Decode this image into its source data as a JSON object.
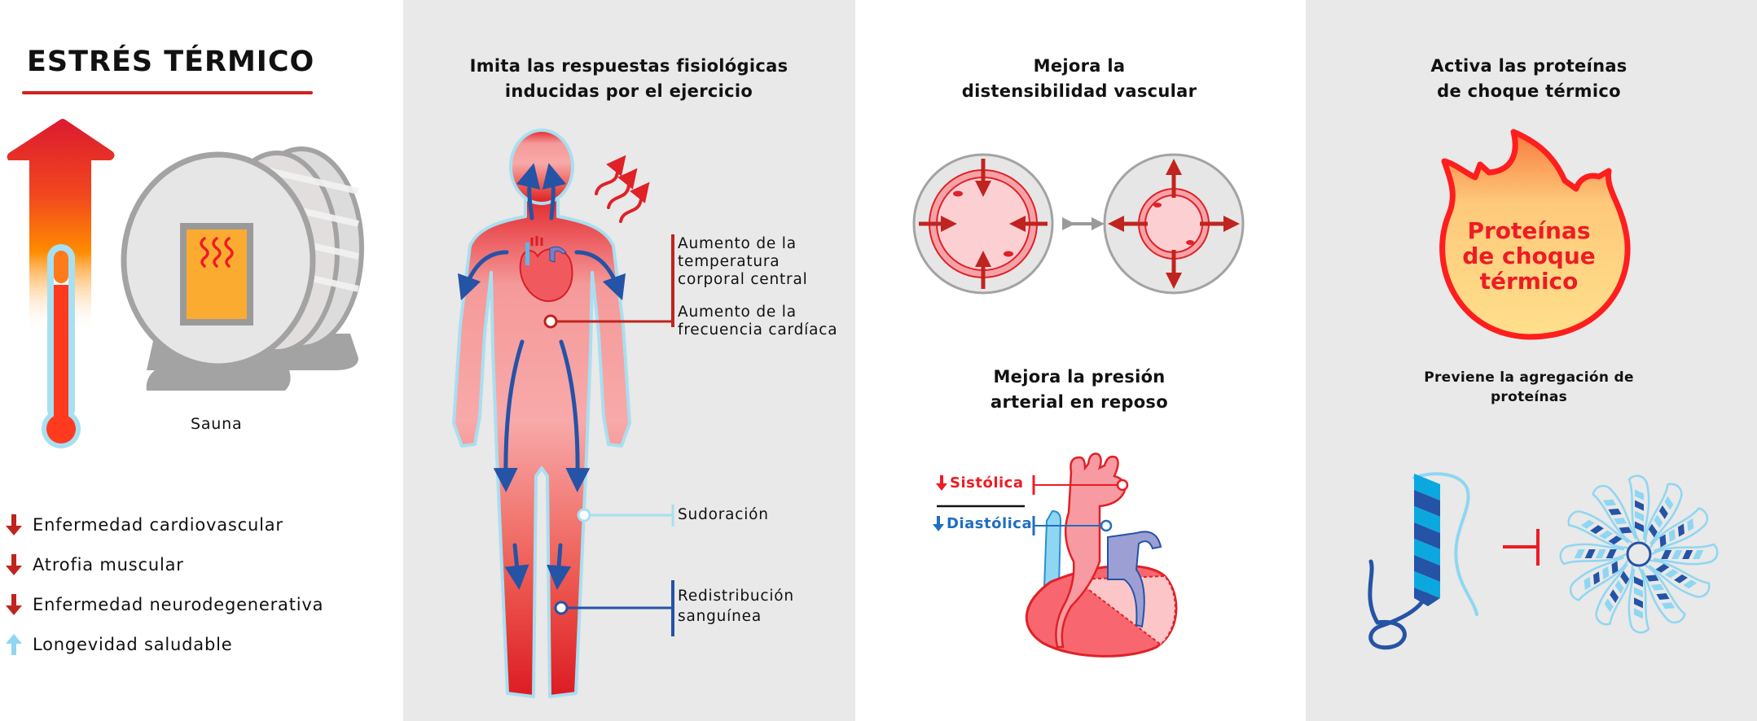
{
  "colors": {
    "red": "#e02128",
    "dark_red": "#c0241f",
    "light_blue": "#8fd6f2",
    "blue": "#2553a6",
    "panel_gray": "#e8e9e8"
  },
  "panel1": {
    "title": "ESTRÉS TÉRMICO",
    "sauna_label": "Sauna",
    "effects": [
      {
        "direction": "down",
        "label": "Enfermedad cardiovascular"
      },
      {
        "direction": "down",
        "label": "Atrofia muscular"
      },
      {
        "direction": "down",
        "label": "Enfermedad neurodegenerativa"
      },
      {
        "direction": "up",
        "label": "Longevidad saludable"
      }
    ]
  },
  "panel2": {
    "title_line1": "Imita las respuestas fisiológicas",
    "title_line2": "inducidas por el ejercicio",
    "labels": {
      "temp_line1": "Aumento de la",
      "temp_line2": "temperatura",
      "temp_line3": "corporal central",
      "hr_line1": "Aumento de la",
      "hr_line2": "frecuencia cardíaca",
      "sweat": "Sudoración",
      "blood_line1": "Redistribución",
      "blood_line2": "sanguínea"
    }
  },
  "panel3": {
    "title1_line1": "Mejora la",
    "title1_line2": "distensibilidad vascular",
    "title2_line1": "Mejora la presión",
    "title2_line2": "arterial en reposo",
    "systolic": "Sistólica",
    "diastolic": "Diastólica"
  },
  "panel4": {
    "title_line1": "Activa las proteínas",
    "title_line2": "de choque térmico",
    "flame_line1": "Proteínas",
    "flame_line2": "de choque",
    "flame_line3": "térmico",
    "subtitle_line1": "Previene la agregación de",
    "subtitle_line2": "proteínas"
  }
}
